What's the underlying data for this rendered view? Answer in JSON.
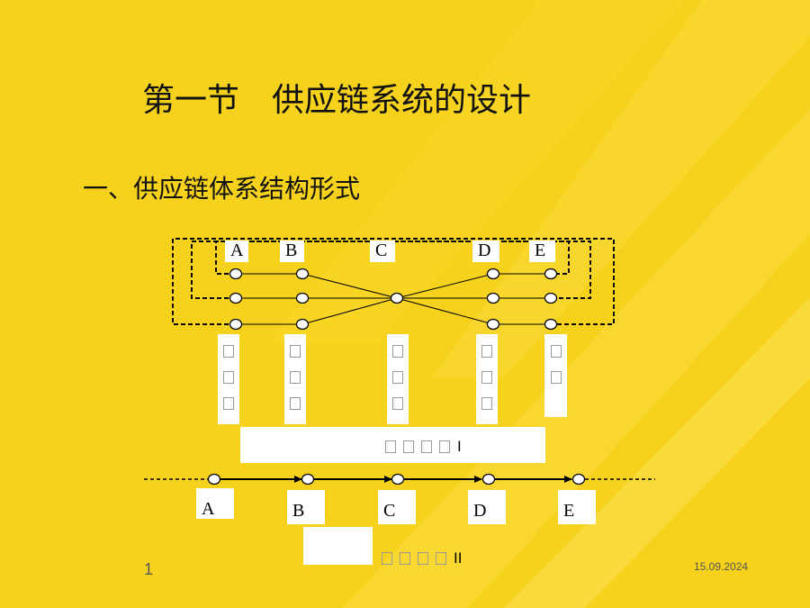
{
  "slide": {
    "title": "第一节　供应链系统的设计",
    "subtitle": "一、供应链体系结构形式",
    "page_number": "1",
    "date": "15.09.2024"
  },
  "network_model": {
    "nodes": [
      "A",
      "B",
      "C",
      "D",
      "E"
    ],
    "model_label": "I"
  },
  "chain_model": {
    "nodes": [
      "A",
      "B",
      "C",
      "D",
      "E"
    ],
    "model_label": "II"
  },
  "colors": {
    "background": "#f7d21c",
    "line": "#000000",
    "node_fill": "#ffffff"
  }
}
